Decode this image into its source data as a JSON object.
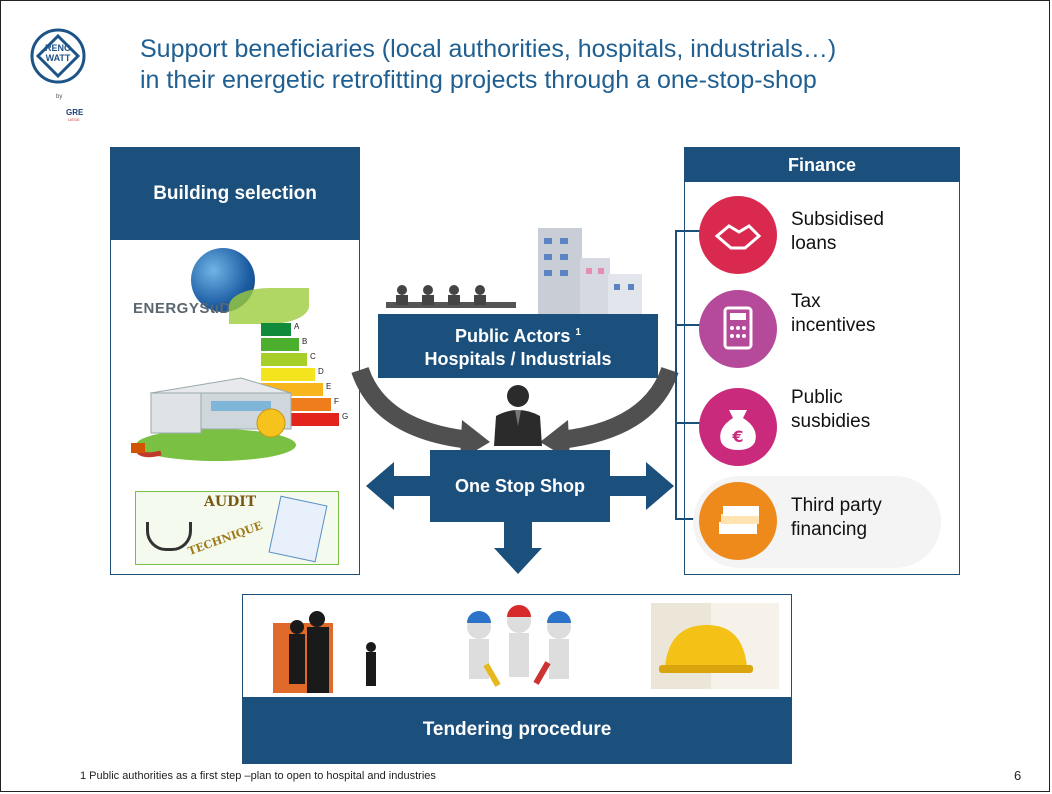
{
  "title": {
    "line1": "Support beneficiaries (local authorities, hospitals, industrials…)",
    "line2": "in their energetic retrofitting projects through a one-stop-shop"
  },
  "logo": {
    "text_top": "RENO",
    "text_bottom": "WATT",
    "sub": "by",
    "brand": "GRE",
    "brand_sub": "LIEGE"
  },
  "building_selection": {
    "header": "Building selection",
    "energy_logo": "ENERGYSuD",
    "energy_classes": [
      "A",
      "B",
      "C",
      "D",
      "E",
      "F",
      "G"
    ],
    "audit_words": [
      "AUDIT",
      "TECHNIQUE"
    ]
  },
  "center": {
    "actors_label_line1": "Public Actors",
    "actors_label_sup": "1",
    "actors_label_line2": "Hospitals / Industrials",
    "one_stop_shop": "One Stop Shop"
  },
  "finance": {
    "header": "Finance",
    "items": [
      {
        "line1": "Subsidised",
        "line2": "loans",
        "icon": "handshake-icon",
        "color": "#d9294f"
      },
      {
        "line1": "Tax",
        "line2": "incentives",
        "icon": "calculator-icon",
        "color": "#b54a9a"
      },
      {
        "line1": "Public",
        "line2": "susbidies",
        "icon": "money-bag-icon",
        "color": "#c92a7c"
      },
      {
        "line1": "Third party",
        "line2": "financing",
        "icon": "banknotes-icon",
        "color": "#ee8a1c"
      }
    ]
  },
  "tendering": {
    "label": "Tendering procedure"
  },
  "footnote": "1 Public authorities as a first step –plan to open to hospital and industries",
  "page_number": "6",
  "colors": {
    "title": "#1f5f91",
    "header_bg": "#1b4f7c",
    "frame": "#222222"
  }
}
